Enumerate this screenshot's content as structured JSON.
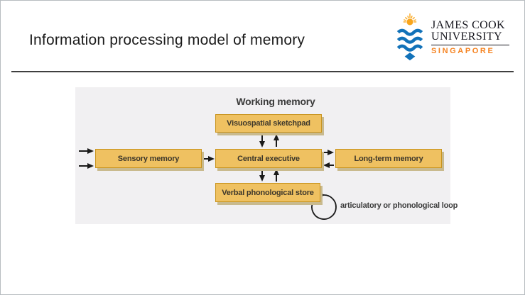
{
  "header": {
    "title": "Information processing model of memory"
  },
  "logo": {
    "institution_line1": "JAMES COOK",
    "institution_line2": "UNIVERSITY",
    "campus": "SINGAPORE",
    "colors": {
      "crest_blue": "#1272B9",
      "sun_orange": "#F9A51B",
      "campus_orange": "#F5821F"
    }
  },
  "diagram": {
    "title": "Working memory",
    "boxes": [
      {
        "id": "sensory-memory",
        "label": "Sensory memory"
      },
      {
        "id": "visuospatial-sketchpad",
        "label": "Visuospatial sketchpad"
      },
      {
        "id": "central-executive",
        "label": "Central executive"
      },
      {
        "id": "long-term-memory",
        "label": "Long-term memory"
      },
      {
        "id": "verbal-phonological-store",
        "label": "Verbal phonological store"
      }
    ],
    "loop_label": "articulatory or phonological loop",
    "connections": [
      {
        "from": "environment",
        "to": "sensory-memory",
        "type": "arrow",
        "count": 2
      },
      {
        "from": "sensory-memory",
        "to": "central-executive",
        "type": "arrow"
      },
      {
        "from": "visuospatial-sketchpad",
        "to": "central-executive",
        "type": "bidirectional"
      },
      {
        "from": "central-executive",
        "to": "verbal-phonological-store",
        "type": "bidirectional"
      },
      {
        "from": "central-executive",
        "to": "long-term-memory",
        "type": "bidirectional"
      },
      {
        "from": "verbal-phonological-store",
        "to": "verbal-phonological-store",
        "type": "loop"
      }
    ],
    "colors": {
      "box_fill": "#EFC161",
      "box_border": "#C9941E",
      "box_shadow": "#C9BA8E",
      "panel_bg": "#F1F0F2",
      "arrow": "#1A1A1A"
    }
  }
}
